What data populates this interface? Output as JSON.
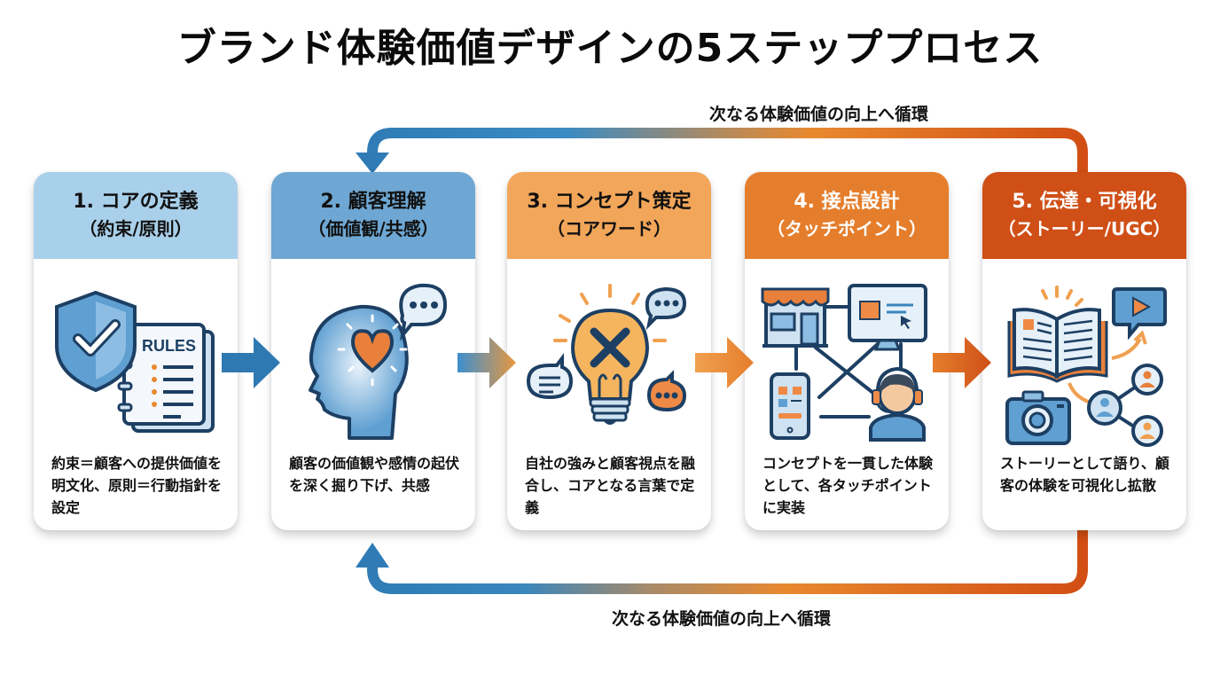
{
  "title": "ブランド体験価値デザインの5ステッププロセス",
  "loop": {
    "top_label": "次なる体験価値の向上へ循環",
    "bottom_label": "次なる体験価値の向上へ循環",
    "colors": {
      "start": "#2f7bb5",
      "mid": "#e8892f",
      "end": "#d24e14"
    }
  },
  "steps": [
    {
      "number": "1.",
      "title": "1. コアの定義",
      "subtitle": "（約束/原則）",
      "description": "約束＝顧客への提供価値を明文化、原則＝行動指針を設定",
      "icon": "shield-check-rules-icon",
      "icon_text": "RULES",
      "header_color": "#a9d0ea",
      "text_color": "#111111"
    },
    {
      "number": "2.",
      "title": "2. 顧客理解",
      "subtitle": "（価値観/共感）",
      "description": "顧客の価値観や感情の起伏を深く掘り下げ、共感",
      "icon": "head-heart-icon",
      "header_color": "#6ea7d3",
      "text_color": "#111111"
    },
    {
      "number": "3.",
      "title": "3. コンセプト策定",
      "subtitle": "（コアワード）",
      "description": "自社の強みと顧客視点を融合し、コアとなる言葉で定義",
      "icon": "lightbulb-icon",
      "header_color": "#f2a65a",
      "text_color": "#111111"
    },
    {
      "number": "4.",
      "title": "4. 接点設計",
      "subtitle": "（タッチポイント）",
      "description": "コンセプトを一貫した体験として、各タッチポイントに実装",
      "icon": "touchpoint-network-icon",
      "header_color": "#e57e2c",
      "text_color": "#ffffff"
    },
    {
      "number": "5.",
      "title": "5. 伝達・可視化",
      "subtitle": "（ストーリー/UGC）",
      "description": "ストーリーとして語り、顧客の体験を可視化し拡散",
      "icon": "story-share-icon",
      "header_color": "#cf4f17",
      "text_color": "#ffffff"
    }
  ],
  "flow_arrows": [
    {
      "from": 1,
      "to": 2,
      "color_a": "#2f79b3",
      "color_b": "#2f79b3"
    },
    {
      "from": 2,
      "to": 3,
      "color_a": "#3d8fd0",
      "color_b": "#e8983f"
    },
    {
      "from": 3,
      "to": 4,
      "color_a": "#f0a050",
      "color_b": "#e57e2c"
    },
    {
      "from": 4,
      "to": 5,
      "color_a": "#e57e2c",
      "color_b": "#cf4f17"
    }
  ]
}
